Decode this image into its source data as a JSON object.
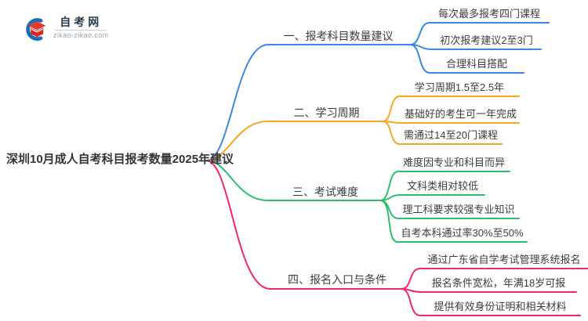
{
  "logo": {
    "title": "自考网",
    "domain": "zikao-zikao.com"
  },
  "central": {
    "label": "深圳10月成人自考科目报考数量2025年建议"
  },
  "colors": {
    "branch1": "#3a87e8",
    "branch2": "#f7a42a",
    "branch3": "#2ebf6e",
    "branch4": "#f0276f",
    "text": "#3c3c3c"
  },
  "branches": [
    {
      "label": "一、报考科目数量建议",
      "color": "#3a87e8",
      "children": [
        "每次最多报考四门课程",
        "初次报考建议2至3门",
        "合理科目搭配"
      ]
    },
    {
      "label": "二、学习周期",
      "color": "#f7a42a",
      "children": [
        "学习周期1.5至2.5年",
        "基础好的考生可一年完成",
        "需通过14至20门课程"
      ]
    },
    {
      "label": "三、考试难度",
      "color": "#2ebf6e",
      "children": [
        "难度因专业和科目而异",
        "文科类相对较低",
        "理工科要求较强专业知识",
        "自考本科通过率30%至50%"
      ]
    },
    {
      "label": "四、报名入口与条件",
      "color": "#f0276f",
      "children": [
        "通过广东省自学考试管理系统报名",
        "报名条件宽松，年满18岁可报",
        "提供有效身份证明和相关材料"
      ]
    }
  ]
}
